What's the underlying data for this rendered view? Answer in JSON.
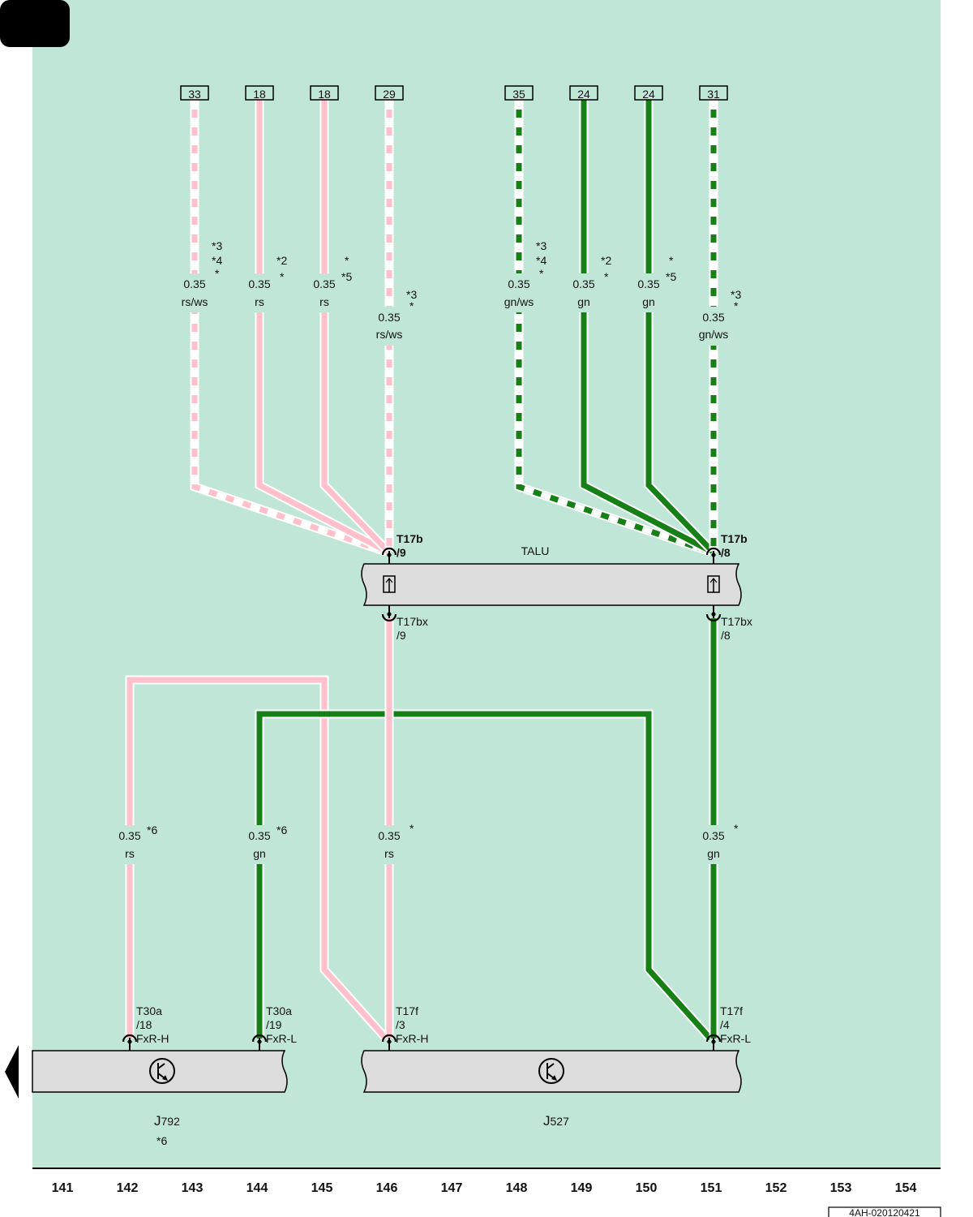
{
  "colors": {
    "background": "#c0e6d8",
    "pink": "#ffbfcb",
    "green": "#167f16",
    "white": "#ffffff",
    "module_fill": "#dcdcdc"
  },
  "top_terminals": {
    "left": [
      "33",
      "18",
      "18",
      "29"
    ],
    "right": [
      "35",
      "24",
      "24",
      "31"
    ]
  },
  "top_wires": [
    {
      "notes": [
        "*3",
        "*4",
        "*"
      ],
      "size": "0.35",
      "color": "rs/ws"
    },
    {
      "notes": [
        "*2",
        "*"
      ],
      "size": "0.35",
      "color": "rs"
    },
    {
      "notes": [
        "*",
        "*5"
      ],
      "size": "0.35",
      "color": "rs"
    },
    {
      "notes": [
        "*3",
        "*"
      ],
      "size": "0.35",
      "color": "rs/ws"
    },
    {
      "notes": [
        "*3",
        "*4",
        "*"
      ],
      "size": "0.35",
      "color": "gn/ws"
    },
    {
      "notes": [
        "*2",
        "*"
      ],
      "size": "0.35",
      "color": "gn"
    },
    {
      "notes": [
        "*",
        "*5"
      ],
      "size": "0.35",
      "color": "gn"
    },
    {
      "notes": [
        "*3",
        "*"
      ],
      "size": "0.35",
      "color": "gn/ws"
    }
  ],
  "talu": {
    "name": "TALU",
    "pin_left_top": {
      "conn": "T17b",
      "pin": "/9"
    },
    "pin_right_top": {
      "conn": "T17b",
      "pin": "/8"
    },
    "pin_left_bottom": {
      "conn": "T17bx",
      "pin": "/9"
    },
    "pin_right_bottom": {
      "conn": "T17bx",
      "pin": "/8"
    }
  },
  "bottom_wires": [
    {
      "note": "*6",
      "size": "0.35",
      "color": "rs"
    },
    {
      "note": "*6",
      "size": "0.35",
      "color": "gn"
    },
    {
      "note": "*",
      "size": "0.35",
      "color": "rs"
    },
    {
      "note": "*",
      "size": "0.35",
      "color": "gn"
    }
  ],
  "bottom_pins": [
    {
      "conn": "T30a",
      "pin": "/18",
      "signal": "FxR-H"
    },
    {
      "conn": "T30a",
      "pin": "/19",
      "signal": "FxR-L"
    },
    {
      "conn": "T17f",
      "pin": "/3",
      "signal": "FxR-H"
    },
    {
      "conn": "T17f",
      "pin": "/4",
      "signal": "FxR-L"
    }
  ],
  "modules": {
    "j792": {
      "letter": "J",
      "number": "792",
      "note": "*6"
    },
    "j527": {
      "letter": "J",
      "number": "527"
    }
  },
  "column_numbers": [
    "141",
    "142",
    "143",
    "144",
    "145",
    "146",
    "147",
    "148",
    "149",
    "150",
    "151",
    "152",
    "153",
    "154"
  ],
  "doc_id": "4AH-020120421"
}
